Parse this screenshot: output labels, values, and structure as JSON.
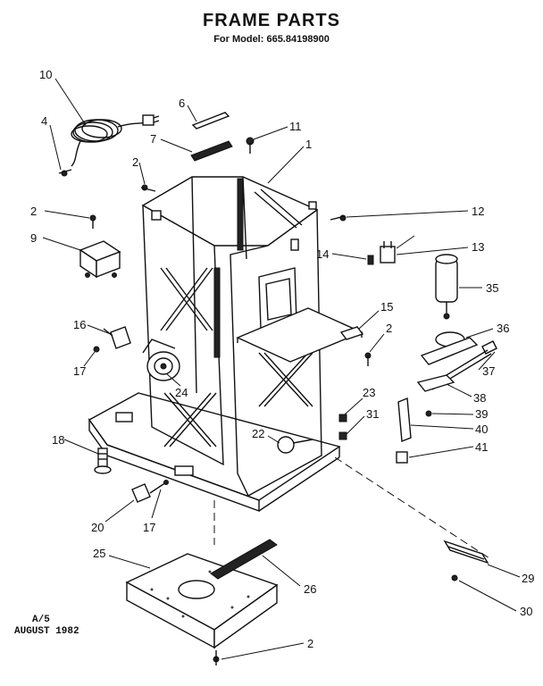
{
  "header": {
    "title": "FRAME PARTS",
    "subtitle": "For Model: 665.84198900"
  },
  "footer": {
    "page": "A/5",
    "date": "AUGUST 1982"
  },
  "callouts": [
    {
      "id": "c10",
      "text": "10"
    },
    {
      "id": "c4",
      "text": "4"
    },
    {
      "id": "c6",
      "text": "6"
    },
    {
      "id": "c7",
      "text": "7"
    },
    {
      "id": "c11",
      "text": "11"
    },
    {
      "id": "c1",
      "text": "1"
    },
    {
      "id": "c2a",
      "text": "2"
    },
    {
      "id": "c2b",
      "text": "2"
    },
    {
      "id": "c12",
      "text": "12"
    },
    {
      "id": "c9",
      "text": "9"
    },
    {
      "id": "c14",
      "text": "14"
    },
    {
      "id": "c13",
      "text": "13"
    },
    {
      "id": "c35",
      "text": "35"
    },
    {
      "id": "c15",
      "text": "15"
    },
    {
      "id": "c2c",
      "text": "2"
    },
    {
      "id": "c16",
      "text": "16"
    },
    {
      "id": "c36",
      "text": "36"
    },
    {
      "id": "c17a",
      "text": "17"
    },
    {
      "id": "c24",
      "text": "24"
    },
    {
      "id": "c37",
      "text": "37"
    },
    {
      "id": "c38",
      "text": "38"
    },
    {
      "id": "c23",
      "text": "23"
    },
    {
      "id": "c31",
      "text": "31"
    },
    {
      "id": "c39",
      "text": "39"
    },
    {
      "id": "c40",
      "text": "40"
    },
    {
      "id": "c22",
      "text": "22"
    },
    {
      "id": "c18",
      "text": "18"
    },
    {
      "id": "c41",
      "text": "41"
    },
    {
      "id": "c20",
      "text": "20"
    },
    {
      "id": "c17b",
      "text": "17"
    },
    {
      "id": "c25",
      "text": "25"
    },
    {
      "id": "c26",
      "text": "26"
    },
    {
      "id": "c29",
      "text": "29"
    },
    {
      "id": "c30",
      "text": "30"
    },
    {
      "id": "c2d",
      "text": "2"
    }
  ]
}
